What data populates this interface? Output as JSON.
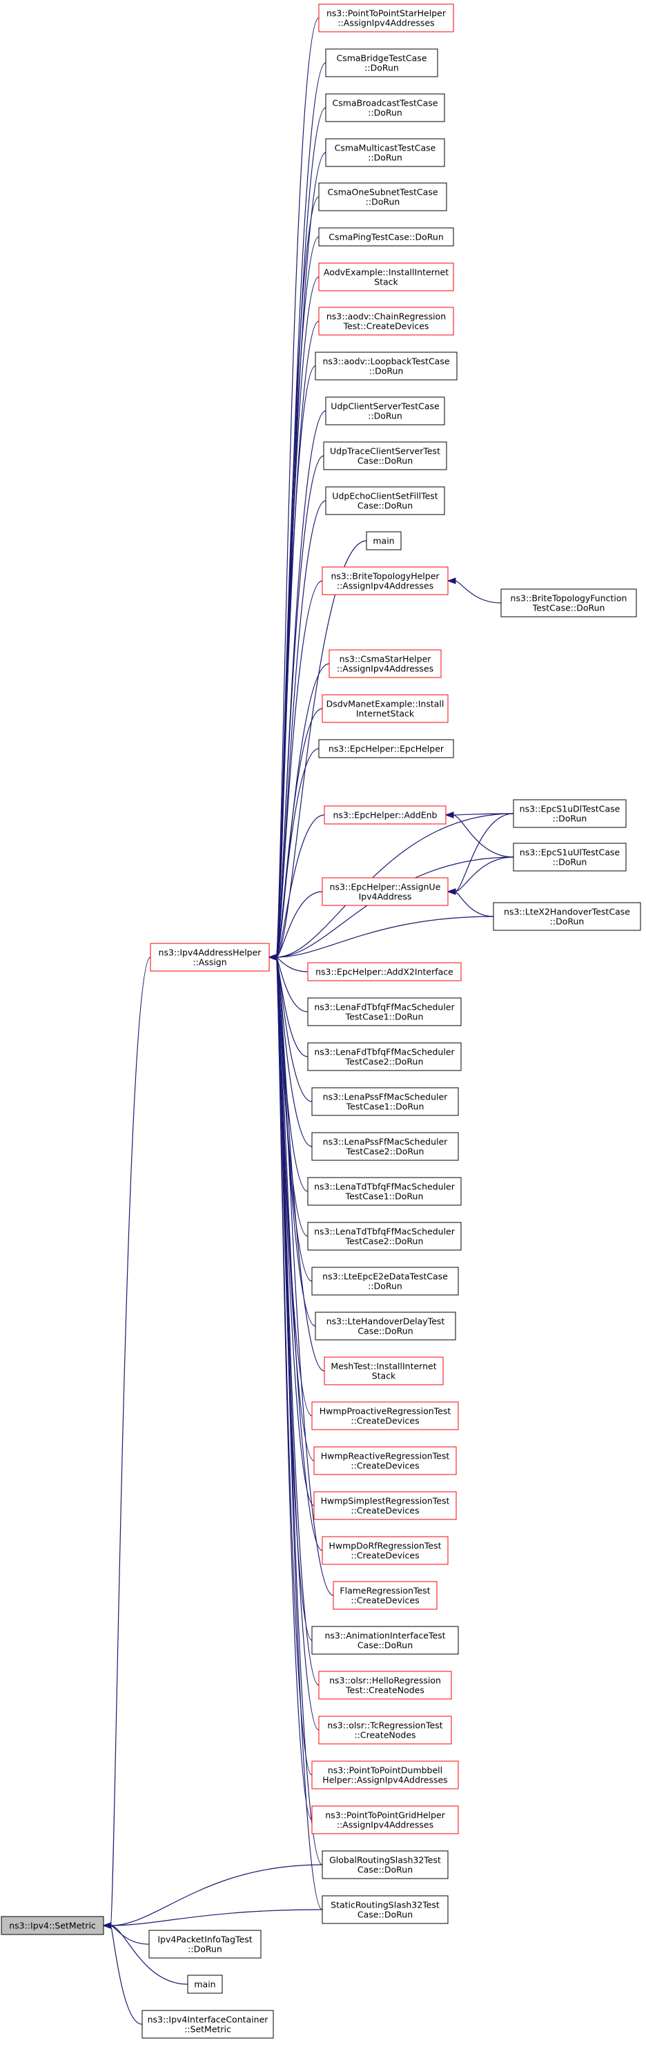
{
  "colors": {
    "edge": "#191970",
    "normal_border": "#000000",
    "truncated_border": "#ff0000",
    "focus_fill": "#bfbfbf",
    "background": "#ffffff"
  },
  "nodes": {
    "setmetric": {
      "lines": [
        "ns3::Ipv4::SetMetric"
      ],
      "style": "focus"
    },
    "assign": {
      "lines": [
        "ns3::Ipv4AddressHelper",
        "::Assign"
      ],
      "style": "truncated"
    },
    "p2pstar": {
      "lines": [
        "ns3::PointToPointStarHelper",
        "::AssignIpv4Addresses"
      ],
      "style": "truncated"
    },
    "csmabridge": {
      "lines": [
        "CsmaBridgeTestCase",
        "::DoRun"
      ],
      "style": "normal"
    },
    "csmabroadcast": {
      "lines": [
        "CsmaBroadcastTestCase",
        "::DoRun"
      ],
      "style": "normal"
    },
    "csmamulticast": {
      "lines": [
        "CsmaMulticastTestCase",
        "::DoRun"
      ],
      "style": "normal"
    },
    "csmaonesubnet": {
      "lines": [
        "CsmaOneSubnetTestCase",
        "::DoRun"
      ],
      "style": "normal"
    },
    "csmaping": {
      "lines": [
        "CsmaPingTestCase::DoRun"
      ],
      "style": "normal"
    },
    "aodvexample": {
      "lines": [
        "AodvExample::InstallInternet",
        "Stack"
      ],
      "style": "truncated"
    },
    "aodvchain": {
      "lines": [
        "ns3::aodv::ChainRegression",
        "Test::CreateDevices"
      ],
      "style": "truncated"
    },
    "aodvloopback": {
      "lines": [
        "ns3::aodv::LoopbackTestCase",
        "::DoRun"
      ],
      "style": "normal"
    },
    "udpclientserver": {
      "lines": [
        "UdpClientServerTestCase",
        "::DoRun"
      ],
      "style": "normal"
    },
    "udptraceclient": {
      "lines": [
        "UdpTraceClientServerTest",
        "Case::DoRun"
      ],
      "style": "normal"
    },
    "udpechoclient": {
      "lines": [
        "UdpEchoClientSetFillTest",
        "Case::DoRun"
      ],
      "style": "normal"
    },
    "main1": {
      "lines": [
        "main"
      ],
      "style": "normal"
    },
    "britehelper": {
      "lines": [
        "ns3::BriteTopologyHelper",
        "::AssignIpv4Addresses"
      ],
      "style": "truncated"
    },
    "britefunction": {
      "lines": [
        "ns3::BriteTopologyFunction",
        "TestCase::DoRun"
      ],
      "style": "normal"
    },
    "csmastar": {
      "lines": [
        "ns3::CsmaStarHelper",
        "::AssignIpv4Addresses"
      ],
      "style": "truncated"
    },
    "dsdvmanet": {
      "lines": [
        "DsdvManetExample::Install",
        "InternetStack"
      ],
      "style": "truncated"
    },
    "epchelper": {
      "lines": [
        "ns3::EpcHelper::EpcHelper"
      ],
      "style": "normal"
    },
    "addenb": {
      "lines": [
        "ns3::EpcHelper::AddEnb"
      ],
      "style": "truncated"
    },
    "epcdl": {
      "lines": [
        "ns3::EpcS1uDlTestCase",
        "::DoRun"
      ],
      "style": "normal"
    },
    "epcul": {
      "lines": [
        "ns3::EpcS1uUlTestCase",
        "::DoRun"
      ],
      "style": "normal"
    },
    "assignue": {
      "lines": [
        "ns3::EpcHelper::AssignUe",
        "Ipv4Address"
      ],
      "style": "truncated"
    },
    "ltex2": {
      "lines": [
        "ns3::LteX2HandoverTestCase",
        "::DoRun"
      ],
      "style": "normal"
    },
    "addx2": {
      "lines": [
        "ns3::EpcHelper::AddX2Interface"
      ],
      "style": "truncated"
    },
    "lenafdtbfq1": {
      "lines": [
        "ns3::LenaFdTbfqFfMacScheduler",
        "TestCase1::DoRun"
      ],
      "style": "normal"
    },
    "lenafdtbfq2": {
      "lines": [
        "ns3::LenaFdTbfqFfMacScheduler",
        "TestCase2::DoRun"
      ],
      "style": "normal"
    },
    "lenapss1": {
      "lines": [
        "ns3::LenaPssFfMacScheduler",
        "TestCase1::DoRun"
      ],
      "style": "normal"
    },
    "lenapss2": {
      "lines": [
        "ns3::LenaPssFfMacScheduler",
        "TestCase2::DoRun"
      ],
      "style": "normal"
    },
    "lenatdtbfq1": {
      "lines": [
        "ns3::LenaTdTbfqFfMacScheduler",
        "TestCase1::DoRun"
      ],
      "style": "normal"
    },
    "lenatdtbfq2": {
      "lines": [
        "ns3::LenaTdTbfqFfMacScheduler",
        "TestCase2::DoRun"
      ],
      "style": "normal"
    },
    "lteepce2e": {
      "lines": [
        "ns3::LteEpcE2eDataTestCase",
        "::DoRun"
      ],
      "style": "normal"
    },
    "ltehandoverdelay": {
      "lines": [
        "ns3::LteHandoverDelayTest",
        "Case::DoRun"
      ],
      "style": "normal"
    },
    "meshtest": {
      "lines": [
        "MeshTest::InstallInternet",
        "Stack"
      ],
      "style": "truncated"
    },
    "hwmpproactive": {
      "lines": [
        "HwmpProactiveRegressionTest",
        "::CreateDevices"
      ],
      "style": "truncated"
    },
    "hwmpreactive": {
      "lines": [
        "HwmpReactiveRegressionTest",
        "::CreateDevices"
      ],
      "style": "truncated"
    },
    "hwmpsimplest": {
      "lines": [
        "HwmpSimplestRegressionTest",
        "::CreateDevices"
      ],
      "style": "truncated"
    },
    "hwmpdorf": {
      "lines": [
        "HwmpDoRfRegressionTest",
        "::CreateDevices"
      ],
      "style": "truncated"
    },
    "flame": {
      "lines": [
        "FlameRegressionTest",
        "::CreateDevices"
      ],
      "style": "truncated"
    },
    "animation": {
      "lines": [
        "ns3::AnimationInterfaceTest",
        "Case::DoRun"
      ],
      "style": "normal"
    },
    "olsrhello": {
      "lines": [
        "ns3::olsr::HelloRegression",
        "Test::CreateNodes"
      ],
      "style": "truncated"
    },
    "olsrtc": {
      "lines": [
        "ns3::olsr::TcRegressionTest",
        "::CreateNodes"
      ],
      "style": "truncated"
    },
    "p2pdumbbell": {
      "lines": [
        "ns3::PointToPointDumbbell",
        "Helper::AssignIpv4Addresses"
      ],
      "style": "truncated"
    },
    "p2pgrid": {
      "lines": [
        "ns3::PointToPointGridHelper",
        "::AssignIpv4Addresses"
      ],
      "style": "truncated"
    },
    "globalrouting": {
      "lines": [
        "GlobalRoutingSlash32Test",
        "Case::DoRun"
      ],
      "style": "normal"
    },
    "staticrouting": {
      "lines": [
        "StaticRoutingSlash32Test",
        "Case::DoRun"
      ],
      "style": "normal"
    },
    "ipv4packetinfo": {
      "lines": [
        "Ipv4PacketInfoTagTest",
        "::DoRun"
      ],
      "style": "normal"
    },
    "main2": {
      "lines": [
        "main"
      ],
      "style": "normal"
    },
    "ipv4ifcontainer": {
      "lines": [
        "ns3::Ipv4InterfaceContainer",
        "::SetMetric"
      ],
      "style": "normal"
    }
  },
  "edges": [
    [
      "p2pstar",
      "assign"
    ],
    [
      "csmabridge",
      "assign"
    ],
    [
      "csmabroadcast",
      "assign"
    ],
    [
      "csmamulticast",
      "assign"
    ],
    [
      "csmaonesubnet",
      "assign"
    ],
    [
      "csmaping",
      "assign"
    ],
    [
      "aodvexample",
      "assign"
    ],
    [
      "aodvchain",
      "assign"
    ],
    [
      "aodvloopback",
      "assign"
    ],
    [
      "udpclientserver",
      "assign"
    ],
    [
      "udptraceclient",
      "assign"
    ],
    [
      "udpechoclient",
      "assign"
    ],
    [
      "main1",
      "assign"
    ],
    [
      "britehelper",
      "assign"
    ],
    [
      "britefunction",
      "britehelper"
    ],
    [
      "csmastar",
      "assign"
    ],
    [
      "dsdvmanet",
      "assign"
    ],
    [
      "epchelper",
      "assign"
    ],
    [
      "addenb",
      "assign"
    ],
    [
      "epcdl",
      "addenb"
    ],
    [
      "epcul",
      "addenb"
    ],
    [
      "epcdl",
      "assign"
    ],
    [
      "epcul",
      "assign"
    ],
    [
      "assignue",
      "assign"
    ],
    [
      "epcdl",
      "assignue"
    ],
    [
      "epcul",
      "assignue"
    ],
    [
      "ltex2",
      "assignue"
    ],
    [
      "ltex2",
      "assign"
    ],
    [
      "addx2",
      "assign"
    ],
    [
      "lenafdtbfq1",
      "assign"
    ],
    [
      "lenafdtbfq2",
      "assign"
    ],
    [
      "lenapss1",
      "assign"
    ],
    [
      "lenapss2",
      "assign"
    ],
    [
      "lenatdtbfq1",
      "assign"
    ],
    [
      "lenatdtbfq2",
      "assign"
    ],
    [
      "lteepce2e",
      "assign"
    ],
    [
      "ltehandoverdelay",
      "assign"
    ],
    [
      "meshtest",
      "assign"
    ],
    [
      "hwmpproactive",
      "assign"
    ],
    [
      "hwmpreactive",
      "assign"
    ],
    [
      "hwmpsimplest",
      "assign"
    ],
    [
      "hwmpdorf",
      "assign"
    ],
    [
      "flame",
      "assign"
    ],
    [
      "animation",
      "assign"
    ],
    [
      "olsrhello",
      "assign"
    ],
    [
      "olsrtc",
      "assign"
    ],
    [
      "p2pdumbbell",
      "assign"
    ],
    [
      "p2pgrid",
      "assign"
    ],
    [
      "globalrouting",
      "assign"
    ],
    [
      "staticrouting",
      "assign"
    ],
    [
      "assign",
      "setmetric"
    ],
    [
      "globalrouting",
      "setmetric"
    ],
    [
      "staticrouting",
      "setmetric"
    ],
    [
      "ipv4packetinfo",
      "setmetric"
    ],
    [
      "main2",
      "setmetric"
    ],
    [
      "ipv4ifcontainer",
      "setmetric"
    ]
  ]
}
